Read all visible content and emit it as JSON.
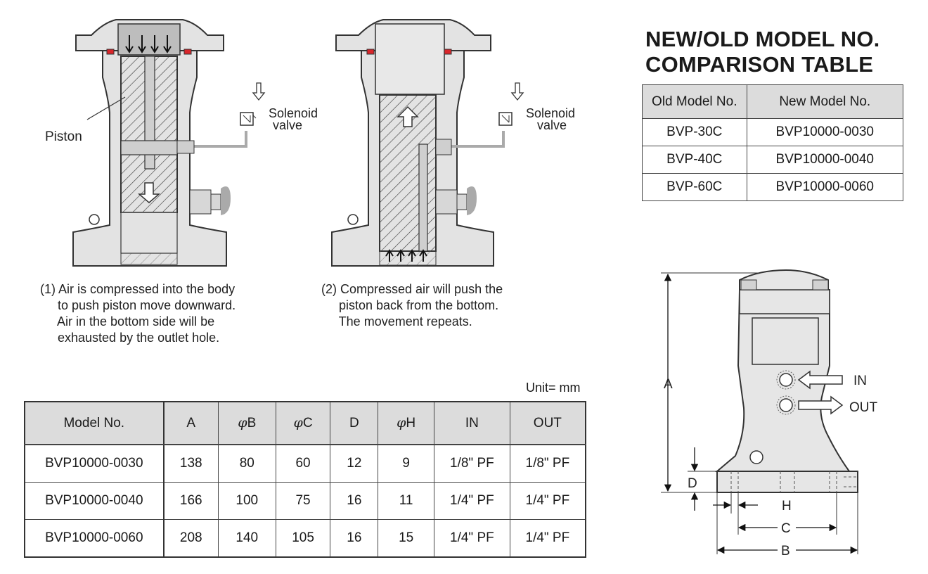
{
  "diagram1": {
    "labels": {
      "piston": "Piston",
      "solenoid_line1": "Solenoid",
      "solenoid_line2": "valve"
    },
    "caption_lines": [
      "(1) Air is compressed into the body",
      "     to push piston move downward.",
      "     Air in the bottom side will be",
      "     exhausted by the outlet hole."
    ]
  },
  "diagram2": {
    "labels": {
      "solenoid_line1": "Solenoid",
      "solenoid_line2": "valve"
    },
    "caption_lines": [
      "(2) Compressed air will push the",
      "     piston back from the bottom.",
      "     The movement repeats."
    ]
  },
  "comparison": {
    "title_line1": "NEW/OLD MODEL NO.",
    "title_line2": "COMPARISON TABLE",
    "headers": [
      "Old Model No.",
      "New Model No."
    ],
    "rows": [
      [
        "BVP-30C",
        "BVP10000-0030"
      ],
      [
        "BVP-40C",
        "BVP10000-0040"
      ],
      [
        "BVP-60C",
        "BVP10000-0060"
      ]
    ]
  },
  "spec": {
    "unit": "Unit= mm",
    "headers": [
      "Model No.",
      "A",
      "B",
      "C",
      "D",
      "H",
      "IN",
      "OUT"
    ],
    "phi_symbol": "φ",
    "rows": [
      [
        "BVP10000-0030",
        "138",
        "80",
        "60",
        "12",
        "9",
        "1/8\" PF",
        "1/8\" PF"
      ],
      [
        "BVP10000-0040",
        "166",
        "100",
        "75",
        "16",
        "11",
        "1/4\" PF",
        "1/4\" PF"
      ],
      [
        "BVP10000-0060",
        "208",
        "140",
        "105",
        "16",
        "15",
        "1/4\" PF",
        "1/4\" PF"
      ]
    ]
  },
  "dimension_drawing": {
    "labels": {
      "a": "A",
      "b": "B",
      "c": "C",
      "d": "D",
      "h": "H",
      "in": "IN",
      "out": "OUT"
    }
  },
  "colors": {
    "body_fill": "#e3e3e3",
    "piston_fill": "#cfcfcf",
    "seal_red": "#d9262b",
    "header_gray": "#dcdcdc"
  }
}
